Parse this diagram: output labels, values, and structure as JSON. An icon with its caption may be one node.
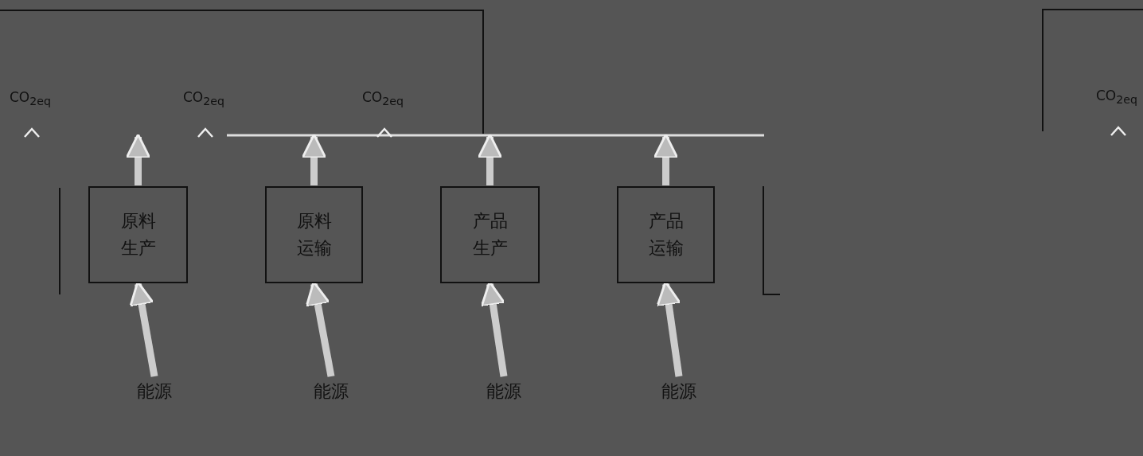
{
  "diagram": {
    "nodes": [
      {
        "text": [
          "原料生产"
        ]
      },
      {
        "text": [
          "原料运输"
        ]
      },
      {
        "text": [
          "产品生产"
        ]
      },
      {
        "text": [
          "产品运输"
        ]
      },
      {
        "text": [
          "能源"
        ]
      },
      {
        "text": [
          "能源"
        ]
      },
      {
        "text": [
          "能源"
        ]
      },
      {
        "text": [
          "能源"
        ]
      }
    ],
    "edges": [
      {
        "from": 4,
        "to": 0,
        "arrow": "to"
      },
      {
        "from": 5,
        "to": 1,
        "arrow": "to"
      },
      {
        "from": 6,
        "to": 2,
        "arrow": "to"
      },
      {
        "from": 7,
        "to": 3,
        "arrow": "to"
      },
      {
        "from": 0,
        "to": null,
        "arrow": "to"
      },
      {
        "from": 1,
        "to": null,
        "arrow": "to"
      },
      {
        "from": 2,
        "to": null,
        "arrow": "to"
      },
      {
        "from": 3,
        "to": null,
        "arrow": "to"
      }
    ],
    "labels": [
      "CO$_{2eq}$",
      "CO$_{2eq}$",
      "CO$_{2eq}$",
      "CO$_{2eq}$"
    ]
  }
}
